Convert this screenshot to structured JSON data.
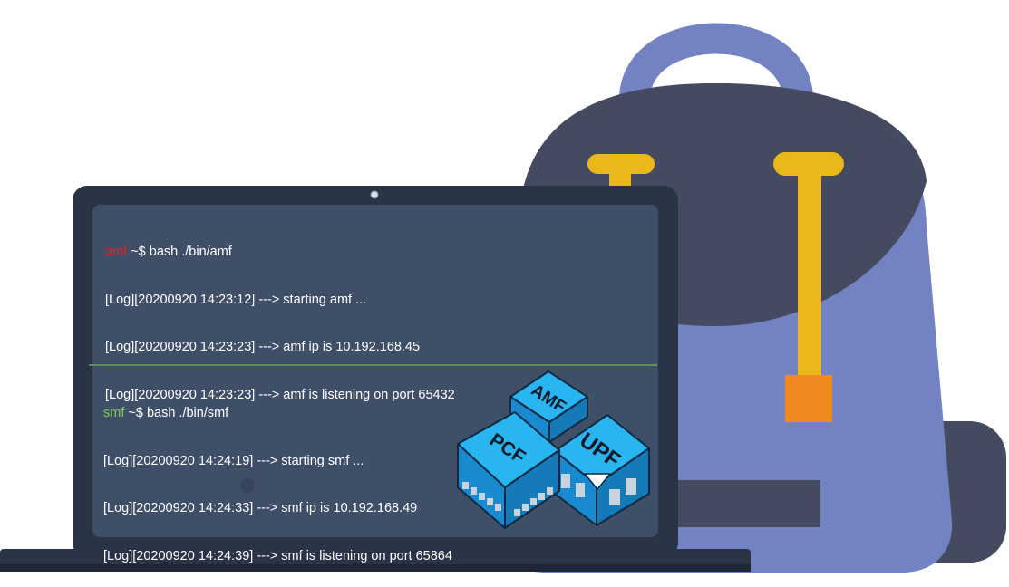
{
  "colors": {
    "bag_body": "#7282c2",
    "bag_dark": "#444a5f",
    "strap_yellow": "#eab81a",
    "strap_orange": "#ef8a1e",
    "laptop_frame": "#2b3446",
    "screen_bg": "#3f4f68",
    "divider": "#6fbf4f",
    "amf_host": "#e02424",
    "smf_host": "#7ccf4a",
    "cube_top": "#29b6f0",
    "cube_side": "#1a8ad0"
  },
  "terminal_top": {
    "host": "amf",
    "command": " ~$ bash ./bin/amf",
    "lines": [
      "[Log][20200920 14:23:12] ---> starting amf ...",
      "[Log][20200920 14:23:23] ---> amf ip is 10.192.168.45",
      "[Log][20200920 14:23:23] ---> amf is listening on port 65432"
    ]
  },
  "terminal_bottom": {
    "host": "smf",
    "command": " ~$ bash ./bin/smf",
    "lines": [
      "[Log][20200920 14:24:19] ---> starting smf ...",
      "[Log][20200920 14:24:33] ---> smf ip is 10.192.168.49",
      "[Log][20200920 14:24:39] ---> smf is listening on port 65864"
    ]
  },
  "cubes": {
    "amf": "AMF",
    "pcf": "PCF",
    "upf": "UPF"
  }
}
